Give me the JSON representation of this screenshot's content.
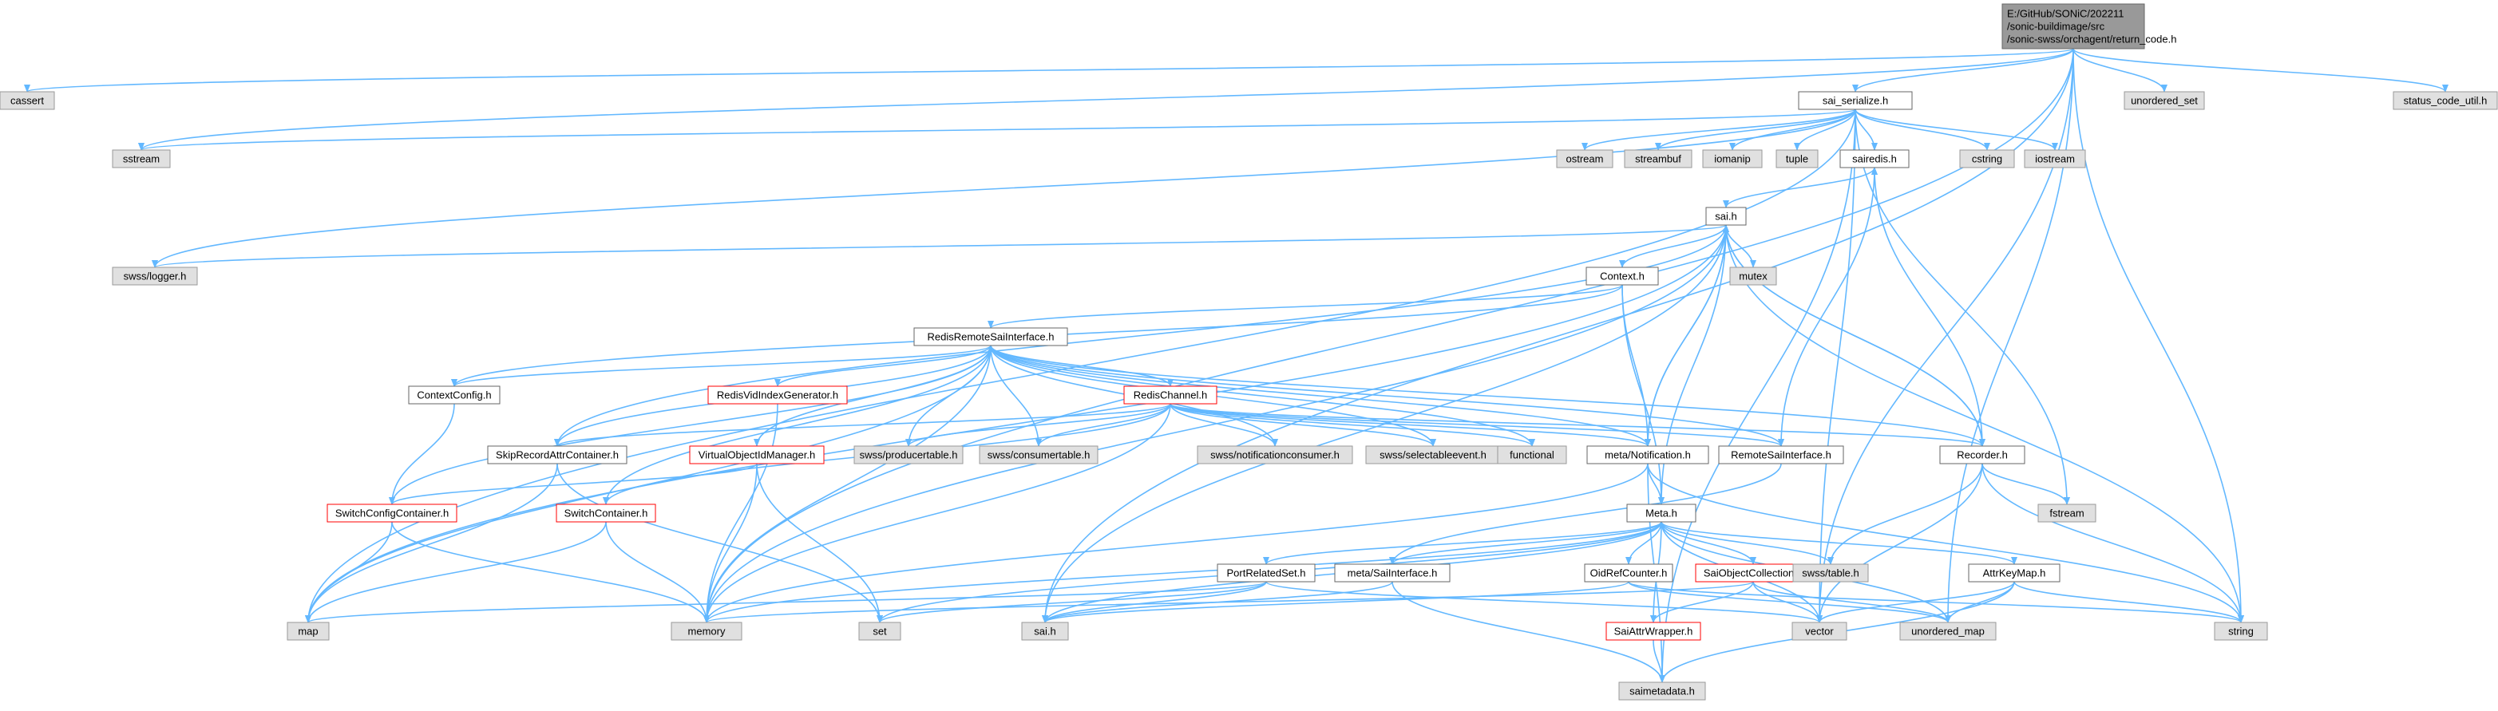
{
  "colors": {
    "edge": "#63b8ff",
    "documented_border": "#666666",
    "truncated_border": "#ff0000",
    "system_fill": "#e0e0e0",
    "root_fill": "#999999"
  },
  "nodes": [
    {
      "id": "root",
      "kind": "root",
      "lines": [
        "E:/GitHub/SONiC/202211",
        "/sonic-buildimage/src",
        "/sonic-swss/orchagent/return_code.h"
      ]
    },
    {
      "id": "cassert",
      "kind": "system",
      "lines": [
        "cassert"
      ]
    },
    {
      "id": "sai_serialize",
      "kind": "documented",
      "lines": [
        "sai_serialize.h"
      ]
    },
    {
      "id": "unordered_set",
      "kind": "system",
      "lines": [
        "unordered_set"
      ]
    },
    {
      "id": "status_code_util",
      "kind": "system",
      "lines": [
        "status_code_util.h"
      ]
    },
    {
      "id": "sstream",
      "kind": "system",
      "lines": [
        "sstream"
      ]
    },
    {
      "id": "ostream",
      "kind": "system",
      "lines": [
        "ostream"
      ]
    },
    {
      "id": "streambuf",
      "kind": "system",
      "lines": [
        "streambuf"
      ]
    },
    {
      "id": "iomanip",
      "kind": "system",
      "lines": [
        "iomanip"
      ]
    },
    {
      "id": "tuple",
      "kind": "system",
      "lines": [
        "tuple"
      ]
    },
    {
      "id": "sairedis",
      "kind": "documented",
      "lines": [
        "sairedis.h"
      ]
    },
    {
      "id": "cstring",
      "kind": "system",
      "lines": [
        "cstring"
      ]
    },
    {
      "id": "iostream",
      "kind": "system",
      "lines": [
        "iostream"
      ]
    },
    {
      "id": "sai",
      "kind": "documented",
      "lines": [
        "sai.h"
      ]
    },
    {
      "id": "logger",
      "kind": "system",
      "lines": [
        "swss/logger.h"
      ]
    },
    {
      "id": "mutex",
      "kind": "system",
      "lines": [
        "mutex"
      ]
    },
    {
      "id": "context",
      "kind": "documented",
      "lines": [
        "Context.h"
      ]
    },
    {
      "id": "rrsi",
      "kind": "documented",
      "lines": [
        "RedisRemoteSaiInterface.h"
      ]
    },
    {
      "id": "contextconfig",
      "kind": "documented",
      "lines": [
        "ContextConfig.h"
      ]
    },
    {
      "id": "redisvid",
      "kind": "truncated",
      "lines": [
        "RedisVidIndexGenerator.h"
      ]
    },
    {
      "id": "redischannel",
      "kind": "truncated",
      "lines": [
        "RedisChannel.h"
      ]
    },
    {
      "id": "skiprecord",
      "kind": "documented",
      "lines": [
        "SkipRecordAttrContainer.h"
      ]
    },
    {
      "id": "vobjid",
      "kind": "truncated",
      "lines": [
        "VirtualObjectIdManager.h"
      ]
    },
    {
      "id": "producertable",
      "kind": "system",
      "lines": [
        "swss/producertable.h"
      ]
    },
    {
      "id": "consumertable",
      "kind": "system",
      "lines": [
        "swss/consumertable.h"
      ]
    },
    {
      "id": "notifconsumer",
      "kind": "system",
      "lines": [
        "swss/notificationconsumer.h"
      ]
    },
    {
      "id": "selectable",
      "kind": "system",
      "lines": [
        "swss/selectableevent.h"
      ]
    },
    {
      "id": "functional",
      "kind": "system",
      "lines": [
        "functional"
      ]
    },
    {
      "id": "notification",
      "kind": "documented",
      "lines": [
        "meta/Notification.h"
      ]
    },
    {
      "id": "remotesai",
      "kind": "documented",
      "lines": [
        "RemoteSaiInterface.h"
      ]
    },
    {
      "id": "recorder",
      "kind": "documented",
      "lines": [
        "Recorder.h"
      ]
    },
    {
      "id": "fstream",
      "kind": "system",
      "lines": [
        "fstream"
      ]
    },
    {
      "id": "switchconfig",
      "kind": "truncated",
      "lines": [
        "SwitchConfigContainer.h"
      ]
    },
    {
      "id": "switchcontainer",
      "kind": "truncated",
      "lines": [
        "SwitchContainer.h"
      ]
    },
    {
      "id": "meta",
      "kind": "documented",
      "lines": [
        "Meta.h"
      ]
    },
    {
      "id": "porttype",
      "kind": "documented",
      "lines": [
        "PortRelatedSet.h"
      ]
    },
    {
      "id": "metasai",
      "kind": "documented",
      "lines": [
        "meta/SaiInterface.h"
      ]
    },
    {
      "id": "oidref",
      "kind": "documented",
      "lines": [
        "OidRefCounter.h"
      ]
    },
    {
      "id": "saiobjcoll",
      "kind": "truncated",
      "lines": [
        "SaiObjectCollection.h"
      ]
    },
    {
      "id": "swsstable",
      "kind": "system",
      "lines": [
        "swss/table.h"
      ]
    },
    {
      "id": "attrkey",
      "kind": "documented",
      "lines": [
        "AttrKeyMap.h"
      ]
    },
    {
      "id": "map",
      "kind": "system",
      "lines": [
        "map"
      ]
    },
    {
      "id": "memory",
      "kind": "system",
      "lines": [
        "memory"
      ]
    },
    {
      "id": "set",
      "kind": "system",
      "lines": [
        "set"
      ]
    },
    {
      "id": "sai2",
      "kind": "system",
      "lines": [
        "sai.h"
      ]
    },
    {
      "id": "vector",
      "kind": "system",
      "lines": [
        "vector"
      ]
    },
    {
      "id": "unordered_map",
      "kind": "system",
      "lines": [
        "unordered_map"
      ]
    },
    {
      "id": "string",
      "kind": "system",
      "lines": [
        "string"
      ]
    },
    {
      "id": "saiattrwrap",
      "kind": "truncated",
      "lines": [
        "SaiAttrWrapper.h"
      ]
    },
    {
      "id": "saimetadata",
      "kind": "system",
      "lines": [
        "saimetadata.h"
      ]
    }
  ],
  "edges": [
    [
      "root",
      "cassert"
    ],
    [
      "root",
      "sai_serialize"
    ],
    [
      "root",
      "unordered_set"
    ],
    [
      "root",
      "status_code_util"
    ],
    [
      "root",
      "sstream"
    ],
    [
      "root",
      "memory"
    ],
    [
      "root",
      "string"
    ],
    [
      "root",
      "vector"
    ],
    [
      "root",
      "sai2"
    ],
    [
      "root",
      "unordered_map"
    ],
    [
      "sai_serialize",
      "sstream"
    ],
    [
      "sai_serialize",
      "ostream"
    ],
    [
      "sai_serialize",
      "streambuf"
    ],
    [
      "sai_serialize",
      "iomanip"
    ],
    [
      "sai_serialize",
      "tuple"
    ],
    [
      "sai_serialize",
      "sairedis"
    ],
    [
      "sai_serialize",
      "cstring"
    ],
    [
      "sai_serialize",
      "iostream"
    ],
    [
      "sai_serialize",
      "logger"
    ],
    [
      "sai_serialize",
      "map"
    ],
    [
      "sai_serialize",
      "fstream"
    ],
    [
      "sai_serialize",
      "saimetadata"
    ],
    [
      "sai_serialize",
      "vector"
    ],
    [
      "sairedis",
      "sai"
    ],
    [
      "sai",
      "logger"
    ],
    [
      "sai",
      "mutex"
    ],
    [
      "sai",
      "context"
    ],
    [
      "sai",
      "map"
    ],
    [
      "sai",
      "memory"
    ],
    [
      "sai",
      "recorder"
    ],
    [
      "sai",
      "meta"
    ],
    [
      "sai",
      "notification"
    ],
    [
      "sai",
      "string"
    ],
    [
      "sai",
      "sai2"
    ],
    [
      "context",
      "rrsi"
    ],
    [
      "context",
      "contextconfig"
    ],
    [
      "context",
      "notification"
    ],
    [
      "context",
      "meta"
    ],
    [
      "rrsi",
      "contextconfig"
    ],
    [
      "rrsi",
      "redisvid"
    ],
    [
      "rrsi",
      "redischannel"
    ],
    [
      "rrsi",
      "skiprecord"
    ],
    [
      "rrsi",
      "vobjid"
    ],
    [
      "rrsi",
      "producertable"
    ],
    [
      "rrsi",
      "consumertable"
    ],
    [
      "rrsi",
      "notifconsumer"
    ],
    [
      "rrsi",
      "selectable"
    ],
    [
      "rrsi",
      "functional"
    ],
    [
      "rrsi",
      "notification"
    ],
    [
      "rrsi",
      "remotesai"
    ],
    [
      "rrsi",
      "recorder"
    ],
    [
      "rrsi",
      "switchconfig"
    ],
    [
      "rrsi",
      "switchcontainer"
    ],
    [
      "rrsi",
      "map"
    ],
    [
      "rrsi",
      "memory"
    ],
    [
      "contextconfig",
      "switchconfig"
    ],
    [
      "redisvid",
      "memory"
    ],
    [
      "redischannel",
      "skiprecord"
    ],
    [
      "redischannel",
      "producertable"
    ],
    [
      "redischannel",
      "consumertable"
    ],
    [
      "redischannel",
      "notifconsumer"
    ],
    [
      "redischannel",
      "selectable"
    ],
    [
      "redischannel",
      "functional"
    ],
    [
      "redischannel",
      "notification"
    ],
    [
      "redischannel",
      "remotesai"
    ],
    [
      "redischannel",
      "recorder"
    ],
    [
      "redischannel",
      "switchcontainer"
    ],
    [
      "redischannel",
      "memory"
    ],
    [
      "skiprecord",
      "map"
    ],
    [
      "skiprecord",
      "set"
    ],
    [
      "skiprecord",
      "sai"
    ],
    [
      "vobjid",
      "switchconfig"
    ],
    [
      "vobjid",
      "memory"
    ],
    [
      "vobjid",
      "set"
    ],
    [
      "notification",
      "meta"
    ],
    [
      "notification",
      "memory"
    ],
    [
      "notification",
      "saimetadata"
    ],
    [
      "notification",
      "string"
    ],
    [
      "notification",
      "sai"
    ],
    [
      "remotesai",
      "sairedis"
    ],
    [
      "remotesai",
      "metasai"
    ],
    [
      "recorder",
      "sairedis"
    ],
    [
      "recorder",
      "sai"
    ],
    [
      "recorder",
      "fstream"
    ],
    [
      "recorder",
      "swsstable"
    ],
    [
      "recorder",
      "vector"
    ],
    [
      "recorder",
      "string"
    ],
    [
      "switchconfig",
      "map"
    ],
    [
      "switchconfig",
      "memory"
    ],
    [
      "switchcontainer",
      "map"
    ],
    [
      "switchcontainer",
      "memory"
    ],
    [
      "meta",
      "porttype"
    ],
    [
      "meta",
      "metasai"
    ],
    [
      "meta",
      "oidref"
    ],
    [
      "meta",
      "saiobjcoll"
    ],
    [
      "meta",
      "swsstable"
    ],
    [
      "meta",
      "attrkey"
    ],
    [
      "meta",
      "saiattrwrap"
    ],
    [
      "meta",
      "vector"
    ],
    [
      "meta",
      "memory"
    ],
    [
      "meta",
      "set"
    ],
    [
      "meta",
      "sai2"
    ],
    [
      "meta",
      "unordered_map"
    ],
    [
      "porttype",
      "map"
    ],
    [
      "porttype",
      "set"
    ],
    [
      "porttype",
      "vector"
    ],
    [
      "porttype",
      "sai2"
    ],
    [
      "metasai",
      "sai2"
    ],
    [
      "metasai",
      "saimetadata"
    ],
    [
      "oidref",
      "sai2"
    ],
    [
      "oidref",
      "string"
    ],
    [
      "oidref",
      "unordered_map"
    ],
    [
      "saiobjcoll",
      "saiattrwrap"
    ],
    [
      "saiobjcoll",
      "vector"
    ],
    [
      "saiobjcoll",
      "memory"
    ],
    [
      "saiobjcoll",
      "unordered_map"
    ],
    [
      "attrkey",
      "string"
    ],
    [
      "attrkey",
      "vector"
    ],
    [
      "attrkey",
      "saimetadata"
    ],
    [
      "attrkey",
      "unordered_map"
    ],
    [
      "saiattrwrap",
      "saimetadata"
    ]
  ]
}
